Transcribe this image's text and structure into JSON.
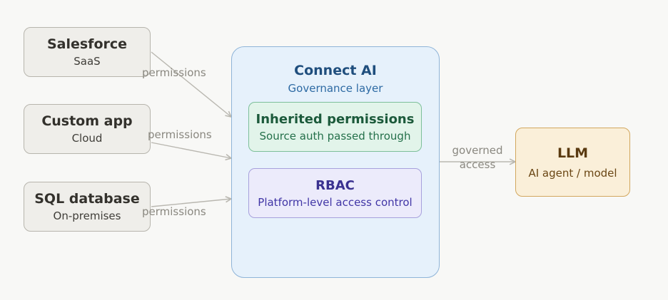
{
  "sources": [
    {
      "title": "Salesforce",
      "subtitle": "SaaS"
    },
    {
      "title": "Custom app",
      "subtitle": "Cloud"
    },
    {
      "title": "SQL database",
      "subtitle": "On-premises"
    }
  ],
  "edge_labels": {
    "salesforce": "permissions",
    "custom": "permissions",
    "sql": "permissions",
    "governed_line1": "governed",
    "governed_line2": "access"
  },
  "connect_ai": {
    "title": "Connect AI",
    "subtitle": "Governance layer",
    "inherited": {
      "title": "Inherited permissions",
      "subtitle": "Source auth passed through"
    },
    "rbac": {
      "title": "RBAC",
      "subtitle": "Platform-level access control"
    }
  },
  "llm": {
    "title": "LLM",
    "subtitle": "AI agent / model"
  },
  "colors": {
    "background": "#f8f8f6",
    "arrow": "#b9b7b0",
    "connect_fill": "#e6f1fb",
    "inherited_fill": "#e2f4ea",
    "rbac_fill": "#ecebfb",
    "llm_fill": "#faefd9"
  }
}
